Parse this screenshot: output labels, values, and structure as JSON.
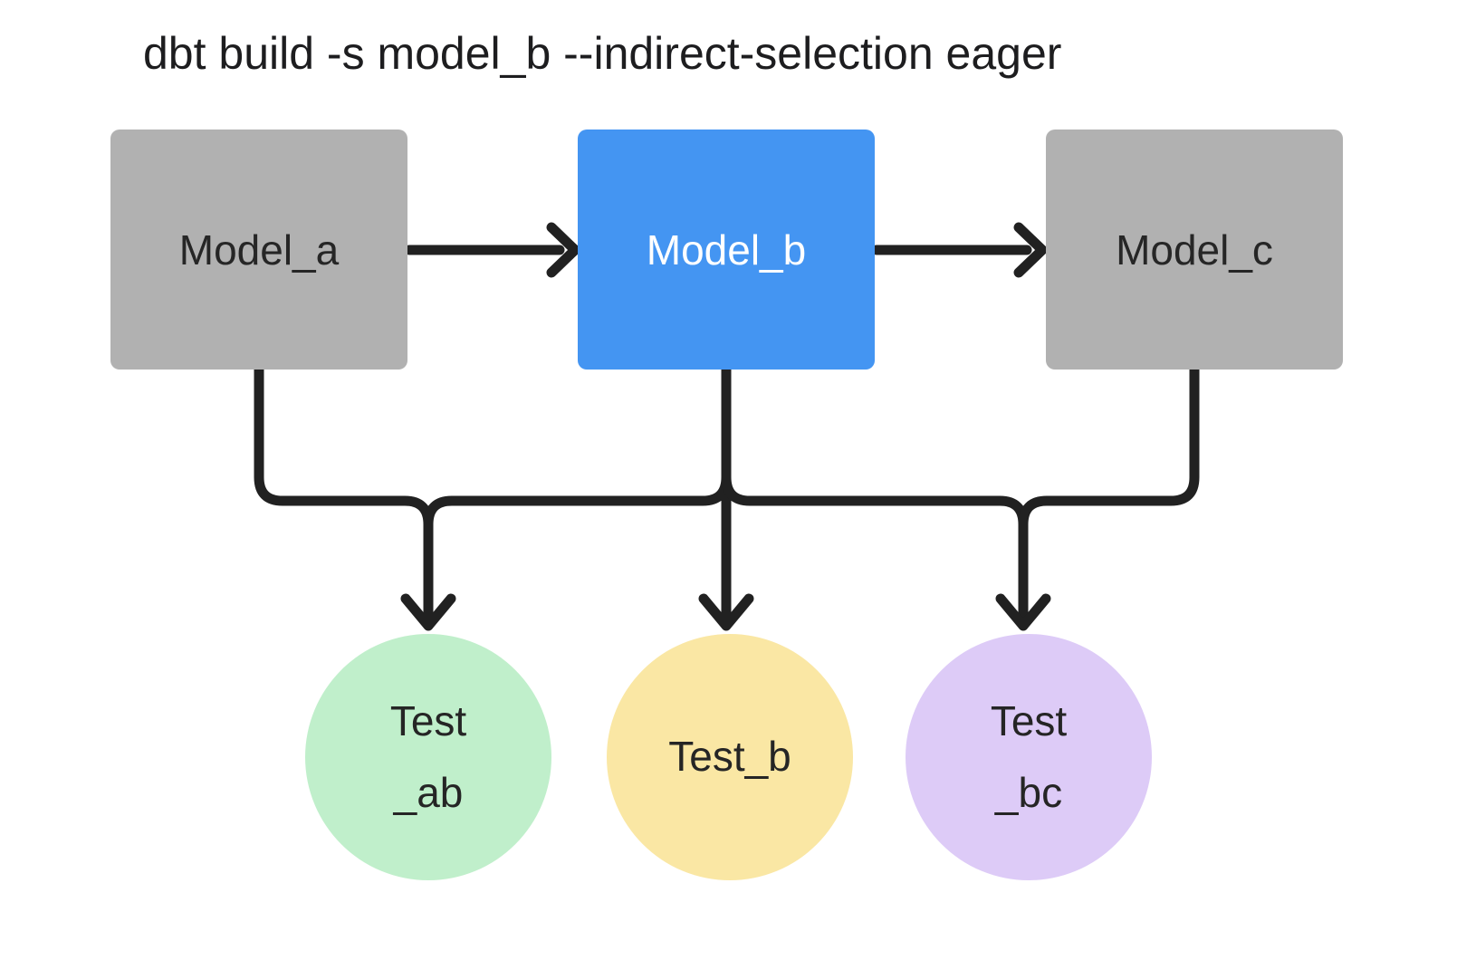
{
  "title": "dbt build -s model_b --indirect-selection eager",
  "palette": {
    "background": "#FFFFFF",
    "model_default_fill": "#B1B1B1",
    "model_selected_fill": "#4495F2",
    "edge_color": "#212121",
    "title_color": "#1D1D1F"
  },
  "diagram": {
    "models": [
      {
        "id": "model_a",
        "label": "Model_a",
        "fill": "#B1B1B1",
        "text_color": "#262626"
      },
      {
        "id": "model_b",
        "label": "Model_b",
        "fill": "#4495F2",
        "text_color": "#FFFFFF"
      },
      {
        "id": "model_c",
        "label": "Model_c",
        "fill": "#B1B1B1",
        "text_color": "#262626"
      }
    ],
    "tests": [
      {
        "id": "test_ab",
        "lines": [
          "Test",
          "_ab"
        ],
        "fill": "#C0EFCB"
      },
      {
        "id": "test_b",
        "lines": [
          "Test_b"
        ],
        "fill": "#FAE7A4"
      },
      {
        "id": "test_bc",
        "lines": [
          "Test",
          "_bc"
        ],
        "fill": "#DDCBF7"
      }
    ],
    "edges": [
      "model_a -> model_b",
      "model_b -> model_c",
      "model_a -> test_ab",
      "model_b -> test_ab",
      "model_b -> test_b",
      "model_b -> test_bc",
      "model_c -> test_bc"
    ]
  }
}
